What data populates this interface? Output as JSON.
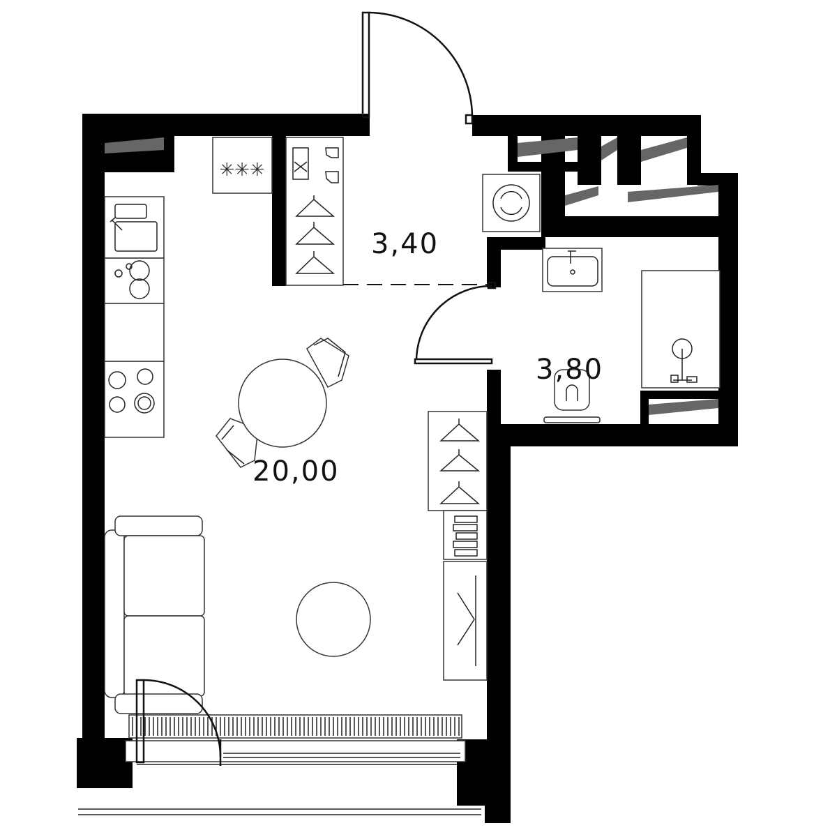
{
  "plan": {
    "rooms": [
      {
        "id": "hall",
        "area": "3,40"
      },
      {
        "id": "bathroom",
        "area": "3,80"
      },
      {
        "id": "living",
        "area": "20,00"
      }
    ],
    "colors": {
      "wall": "#000000",
      "line": "#333333",
      "background": "#ffffff"
    }
  }
}
